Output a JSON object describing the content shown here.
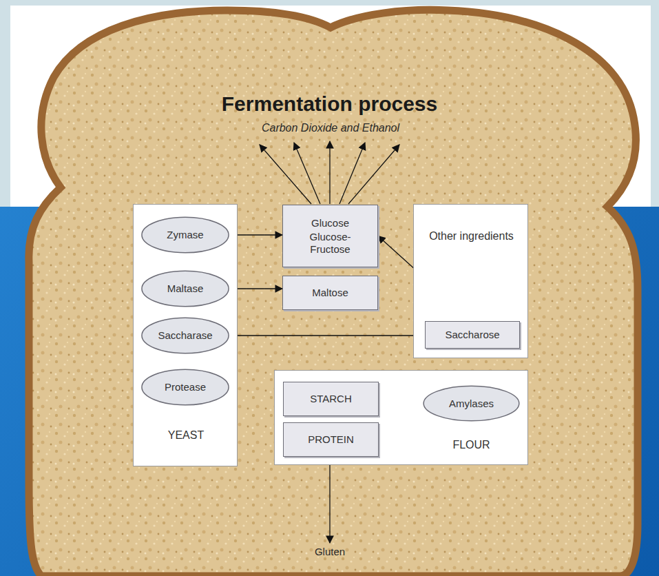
{
  "diagram": {
    "title": "Fermentation process",
    "nodes": [
      {
        "text": [
          "YEAST"
        ]
      },
      {
        "text": [
          "Zymase"
        ],
        "in": 0
      },
      {
        "text": [
          "Maltase"
        ],
        "in": 0
      },
      {
        "text": [
          "Saccharase"
        ],
        "in": 0
      },
      {
        "text": [
          "Protease"
        ],
        "in": 0
      },
      {
        "text": [
          "Glucose",
          "Glucose-Fructose"
        ]
      },
      {
        "text": [
          "Maltose"
        ]
      },
      {
        "text": [
          "Other ingredients"
        ]
      },
      {
        "text": [
          "Saccharose"
        ],
        "in": 7
      },
      {
        "text": [
          "FLOUR"
        ]
      },
      {
        "text": [
          "STARCH"
        ],
        "in": 9
      },
      {
        "text": [
          "PROTEIN"
        ],
        "in": 9
      },
      {
        "text": [
          "Amylases"
        ],
        "in": 9
      }
    ],
    "edges": [
      {
        "from": 1,
        "to": 5,
        "arrow": "to"
      },
      {
        "from": 2,
        "to": 6,
        "arrow": "to"
      },
      {
        "from": 3,
        "to": 8,
        "arrow": "to"
      },
      {
        "from": 8,
        "to": 5,
        "arrow": "to"
      },
      {
        "from": 12,
        "to": 10,
        "arrow": "to"
      }
    ],
    "labels": [
      "Carbon Dioxide and Ethanol",
      "Gluten"
    ]
  }
}
